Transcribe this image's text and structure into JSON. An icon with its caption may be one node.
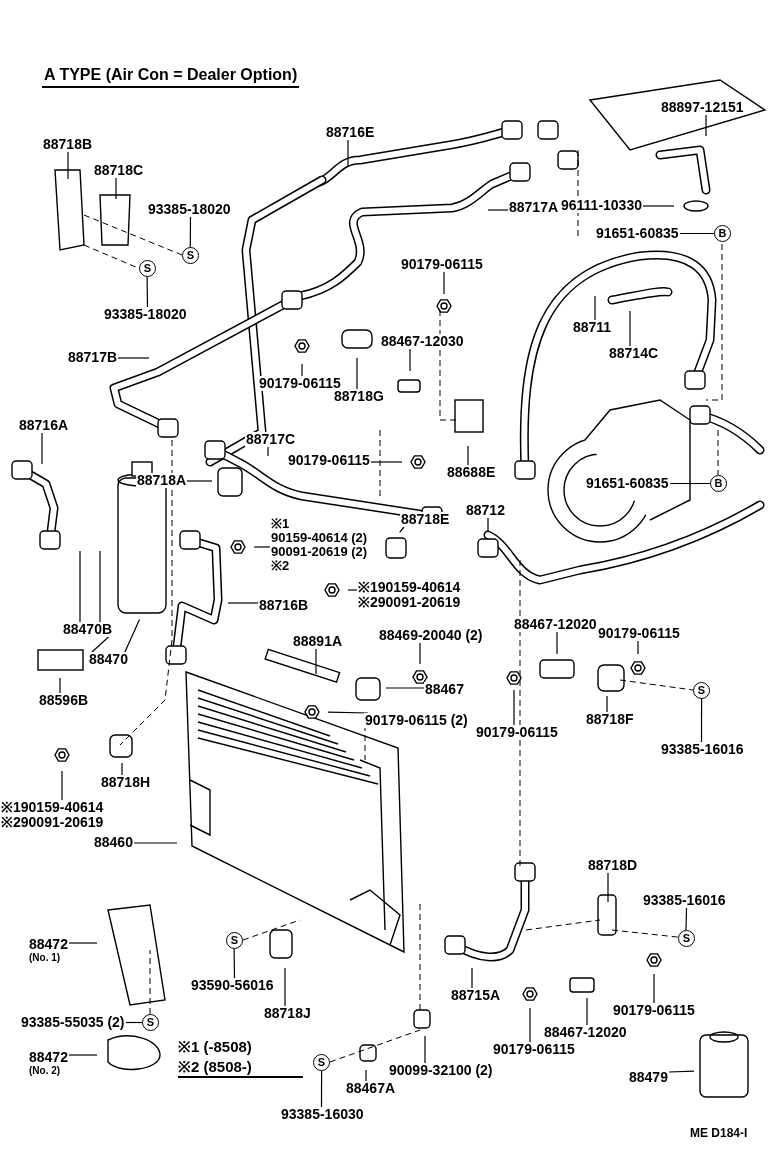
{
  "diagram": {
    "title": "A TYPE (Air Con = Dealer Option)",
    "nodes": [
      {
        "text": [
          "88718B"
        ]
      },
      {
        "text": [
          "88718C"
        ]
      },
      {
        "text": [
          "93385-18020"
        ]
      },
      {
        "text": [
          "S"
        ]
      },
      {
        "text": [
          "93385-18020"
        ]
      },
      {
        "text": [
          "S"
        ]
      },
      {
        "text": [
          "88716E"
        ]
      },
      {
        "text": [
          "88897-12151"
        ]
      },
      {
        "text": [
          "88717A"
        ]
      },
      {
        "text": [
          "96111-10330"
        ]
      },
      {
        "text": [
          "91651-60835"
        ]
      },
      {
        "text": [
          "B"
        ]
      },
      {
        "text": [
          "90179-06115"
        ]
      },
      {
        "text": [
          "88711"
        ]
      },
      {
        "text": [
          "88714C"
        ]
      },
      {
        "text": [
          "88467-12030"
        ]
      },
      {
        "text": [
          "88717B"
        ]
      },
      {
        "text": [
          "90179-06115"
        ]
      },
      {
        "text": [
          "88718G"
        ]
      },
      {
        "text": [
          "88716A"
        ]
      },
      {
        "text": [
          "88717C"
        ]
      },
      {
        "text": [
          "90179-06115"
        ]
      },
      {
        "text": [
          "88688E"
        ]
      },
      {
        "text": [
          "91651-60835"
        ]
      },
      {
        "text": [
          "B"
        ]
      },
      {
        "text": [
          "88718A"
        ]
      },
      {
        "text": [
          "88712"
        ]
      },
      {
        "text": [
          "※1",
          "90159-40614 (2)",
          "90091-20619 (2)",
          "※2"
        ]
      },
      {
        "text": [
          "88718E"
        ]
      },
      {
        "text": [
          "※190159-40614",
          "※290091-20619"
        ]
      },
      {
        "text": [
          "88716B"
        ]
      },
      {
        "text": [
          "88470B"
        ]
      },
      {
        "text": [
          "88470"
        ]
      },
      {
        "text": [
          "88596B"
        ]
      },
      {
        "text": [
          "88891A"
        ]
      },
      {
        "text": [
          "88469-20040 (2)"
        ]
      },
      {
        "text": [
          "88467"
        ]
      },
      {
        "text": [
          "90179-06115 (2)"
        ]
      },
      {
        "text": [
          "88467-12020"
        ]
      },
      {
        "text": [
          "90179-06115"
        ]
      },
      {
        "text": [
          "90179-06115"
        ]
      },
      {
        "text": [
          "88718F"
        ]
      },
      {
        "text": [
          "93385-16016"
        ]
      },
      {
        "text": [
          "S"
        ]
      },
      {
        "text": [
          "88718H"
        ]
      },
      {
        "text": [
          "※190159-40614",
          "※290091-20619"
        ]
      },
      {
        "text": [
          "88460"
        ]
      },
      {
        "text": [
          "88718D"
        ]
      },
      {
        "text": [
          "93385-16016"
        ]
      },
      {
        "text": [
          "S"
        ]
      },
      {
        "text": [
          "88472",
          "(No. 1)"
        ]
      },
      {
        "text": [
          "S"
        ]
      },
      {
        "text": [
          "93590-56016"
        ]
      },
      {
        "text": [
          "88718J"
        ]
      },
      {
        "text": [
          "88715A"
        ]
      },
      {
        "text": [
          "90179-06115"
        ]
      },
      {
        "text": [
          "93385-55035 (2)"
        ]
      },
      {
        "text": [
          "S"
        ]
      },
      {
        "text": [
          "88467-12020"
        ]
      },
      {
        "text": [
          "90179-06115"
        ]
      },
      {
        "text": [
          "90099-32100 (2)"
        ]
      },
      {
        "text": [
          "88472",
          "(No. 2)"
        ]
      },
      {
        "text": [
          "88467A"
        ]
      },
      {
        "text": [
          "S"
        ]
      },
      {
        "text": [
          "88479"
        ]
      },
      {
        "text": [
          "93385-16030"
        ]
      }
    ],
    "edges": [
      {
        "from": 0,
        "to": null,
        "arrow": "none"
      },
      {
        "from": 1,
        "to": null,
        "arrow": "none"
      },
      {
        "from": 2,
        "to": 3,
        "arrow": "none"
      },
      {
        "from": 4,
        "to": 5,
        "arrow": "none"
      },
      {
        "from": 6,
        "to": null,
        "arrow": "none"
      },
      {
        "from": 7,
        "to": null,
        "arrow": "none"
      },
      {
        "from": 8,
        "to": null,
        "arrow": "none"
      },
      {
        "from": 9,
        "to": null,
        "arrow": "none"
      },
      {
        "from": 10,
        "to": 11,
        "arrow": "none"
      },
      {
        "from": 12,
        "to": null,
        "arrow": "none"
      },
      {
        "from": 13,
        "to": null,
        "arrow": "none"
      },
      {
        "from": 14,
        "to": null,
        "arrow": "none"
      },
      {
        "from": 15,
        "to": null,
        "arrow": "none"
      },
      {
        "from": 16,
        "to": null,
        "arrow": "none"
      },
      {
        "from": 17,
        "to": null,
        "arrow": "none"
      },
      {
        "from": 18,
        "to": null,
        "arrow": "none"
      },
      {
        "from": 19,
        "to": null,
        "arrow": "none"
      },
      {
        "from": 20,
        "to": null,
        "arrow": "none"
      },
      {
        "from": 21,
        "to": null,
        "arrow": "none"
      },
      {
        "from": 22,
        "to": null,
        "arrow": "none"
      },
      {
        "from": 23,
        "to": 24,
        "arrow": "none"
      },
      {
        "from": 25,
        "to": null,
        "arrow": "none"
      },
      {
        "from": 26,
        "to": null,
        "arrow": "none"
      },
      {
        "from": 27,
        "to": null,
        "arrow": "none"
      },
      {
        "from": 28,
        "to": null,
        "arrow": "none"
      },
      {
        "from": 29,
        "to": null,
        "arrow": "none"
      },
      {
        "from": 30,
        "to": null,
        "arrow": "none"
      },
      {
        "from": 31,
        "to": null,
        "arrow": "none"
      },
      {
        "from": 31,
        "to": null,
        "arrow": "none"
      },
      {
        "from": 32,
        "to": 31,
        "arrow": "none"
      },
      {
        "from": 32,
        "to": null,
        "arrow": "none"
      },
      {
        "from": 33,
        "to": null,
        "arrow": "none"
      },
      {
        "from": 34,
        "to": null,
        "arrow": "none"
      },
      {
        "from": 35,
        "to": null,
        "arrow": "none"
      },
      {
        "from": 36,
        "to": null,
        "arrow": "none"
      },
      {
        "from": 37,
        "to": null,
        "arrow": "none"
      },
      {
        "from": 38,
        "to": null,
        "arrow": "none"
      },
      {
        "from": 39,
        "to": null,
        "arrow": "none"
      },
      {
        "from": 40,
        "to": null,
        "arrow": "none"
      },
      {
        "from": 41,
        "to": null,
        "arrow": "none"
      },
      {
        "from": 42,
        "to": 43,
        "arrow": "none"
      },
      {
        "from": 44,
        "to": null,
        "arrow": "none"
      },
      {
        "from": 45,
        "to": null,
        "arrow": "none"
      },
      {
        "from": 46,
        "to": null,
        "arrow": "none"
      },
      {
        "from": 47,
        "to": null,
        "arrow": "none"
      },
      {
        "from": 48,
        "to": 49,
        "arrow": "none"
      },
      {
        "from": 50,
        "to": null,
        "arrow": "none"
      },
      {
        "from": 52,
        "to": 51,
        "arrow": "none"
      },
      {
        "from": 53,
        "to": null,
        "arrow": "none"
      },
      {
        "from": 54,
        "to": null,
        "arrow": "none"
      },
      {
        "from": 55,
        "to": null,
        "arrow": "none"
      },
      {
        "from": 56,
        "to": 57,
        "arrow": "none"
      },
      {
        "from": 58,
        "to": null,
        "arrow": "none"
      },
      {
        "from": 59,
        "to": null,
        "arrow": "none"
      },
      {
        "from": 60,
        "to": null,
        "arrow": "none"
      },
      {
        "from": 61,
        "to": null,
        "arrow": "none"
      },
      {
        "from": 62,
        "to": null,
        "arrow": "none"
      },
      {
        "from": 64,
        "to": null,
        "arrow": "none"
      },
      {
        "from": 65,
        "to": 63,
        "arrow": "none"
      }
    ],
    "labels": [
      "※1 (-8508)",
      "※2 (8508-)",
      "ME D184-I"
    ]
  }
}
